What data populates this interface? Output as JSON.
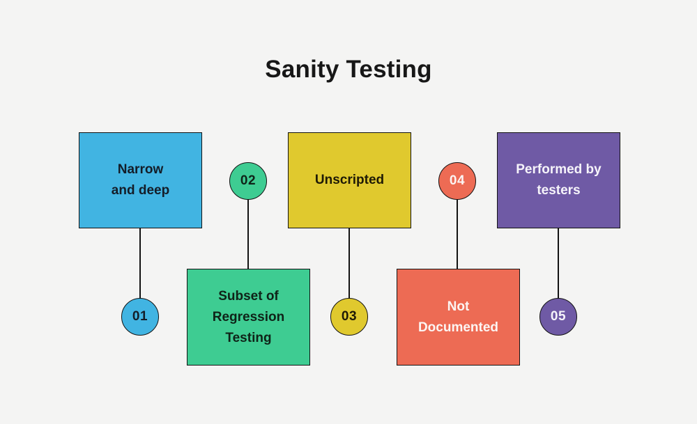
{
  "title": "Sanity Testing",
  "colors": {
    "background": "#F4F4F3",
    "stroke": "#121212",
    "title_text": "#171717"
  },
  "items": [
    {
      "number": "01",
      "label": "Narrow\nand deep",
      "fill": "#41B4E2",
      "text_color": "#141D28"
    },
    {
      "number": "02",
      "label": "Subset of\nRegression\nTesting",
      "fill": "#3ECC92",
      "text_color": "#0F2318"
    },
    {
      "number": "03",
      "label": "Unscripted",
      "fill": "#E0C92E",
      "text_color": "#1E1A06"
    },
    {
      "number": "04",
      "label": "Not\nDocumented",
      "fill": "#ED6B54",
      "text_color": "#FCF5F3"
    },
    {
      "number": "05",
      "label": "Performed by\ntesters",
      "fill": "#6F5AA5",
      "text_color": "#F6F4FA"
    }
  ]
}
